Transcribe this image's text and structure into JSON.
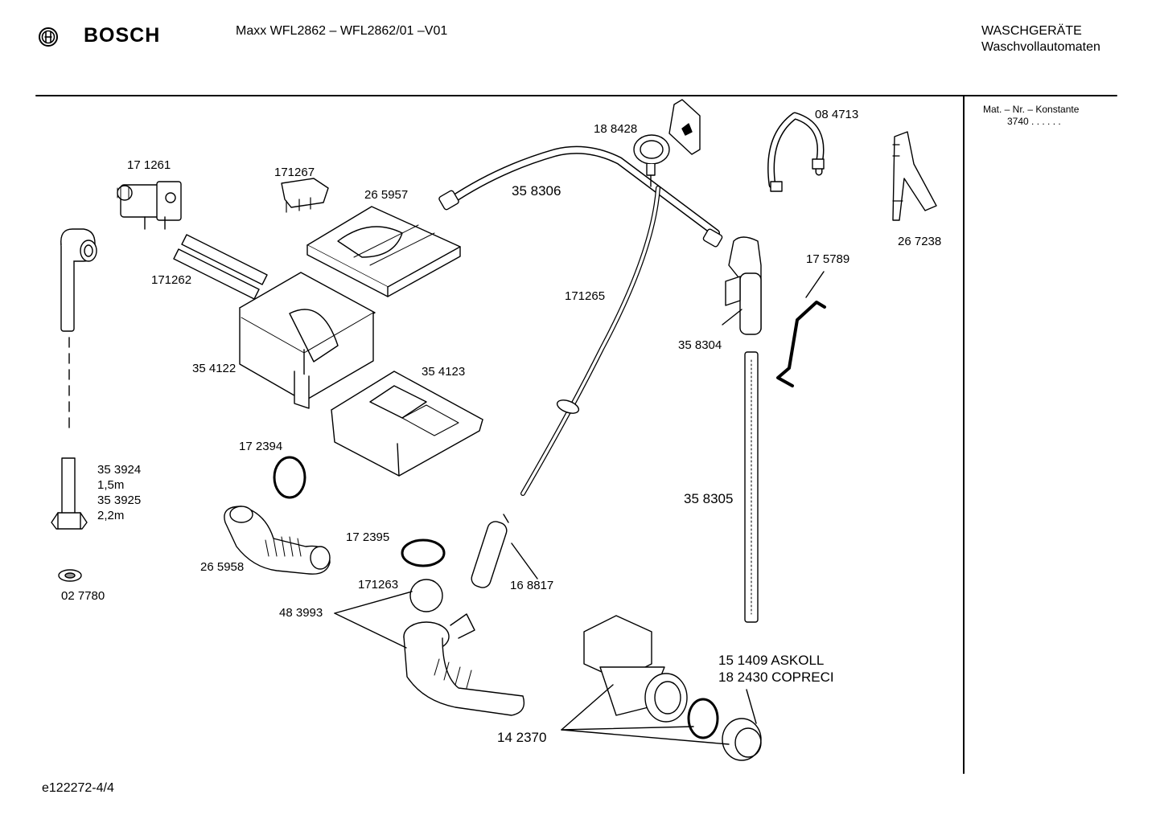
{
  "header": {
    "brand": "BOSCH",
    "model_title": "Maxx  WFL2862 – WFL2862/01 –V01",
    "category_line1": "WASCHGERÄTE",
    "category_line2": "Waschvollautomaten"
  },
  "sidebar": {
    "mat_label": "Mat. – Nr. – Konstante",
    "mat_value": "3740  .  .  .  .  .  ."
  },
  "footer": {
    "drawing_id": "e122272-4/4"
  },
  "parts": {
    "p171261": "17 1261",
    "p171267": "171267",
    "p265957": "26 5957",
    "p171262": "171262",
    "p354122": "35 4122",
    "p354123": "35 4123",
    "p188428": "18 8428",
    "p084713": "08 4713",
    "p358306": "35 8306",
    "p267238": "26 7238",
    "p175789": "17 5789",
    "p171265": "171265",
    "p358304": "35 8304",
    "p353924": "35 3924",
    "p15m": "1,5m",
    "p353925": "35 3925",
    "p22m": "2,2m",
    "p172394": "17 2394",
    "p265958": "26 5958",
    "p027780": "02 7780",
    "p172395": "17 2395",
    "p171263": "171263",
    "p483993": "48 3993",
    "p168817": "16 8817",
    "p358305": "35 8305",
    "p151409": "15 1409  ASKOLL",
    "p182430": "18 2430  COPRECI",
    "p142370": "14 2370"
  }
}
